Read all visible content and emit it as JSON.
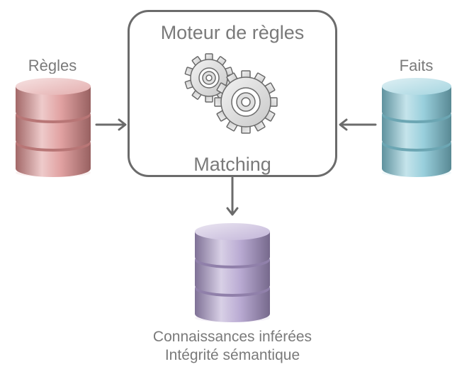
{
  "engine": {
    "title": "Moteur de règles",
    "subtitle": "Matching",
    "icon": "gears-icon"
  },
  "rules": {
    "label": "Règles",
    "color": "#d98b8b",
    "icon": "database-icon"
  },
  "facts": {
    "label": "Faits",
    "color": "#7fc3d3",
    "icon": "database-icon"
  },
  "output": {
    "line1": "Connaissances inférées",
    "line2": "Intégrité sémantique",
    "color": "#a996c8",
    "icon": "database-icon"
  },
  "colors": {
    "arrow": "#6b6b6b",
    "text": "#7a7a7a",
    "border": "#6b6b6b"
  }
}
